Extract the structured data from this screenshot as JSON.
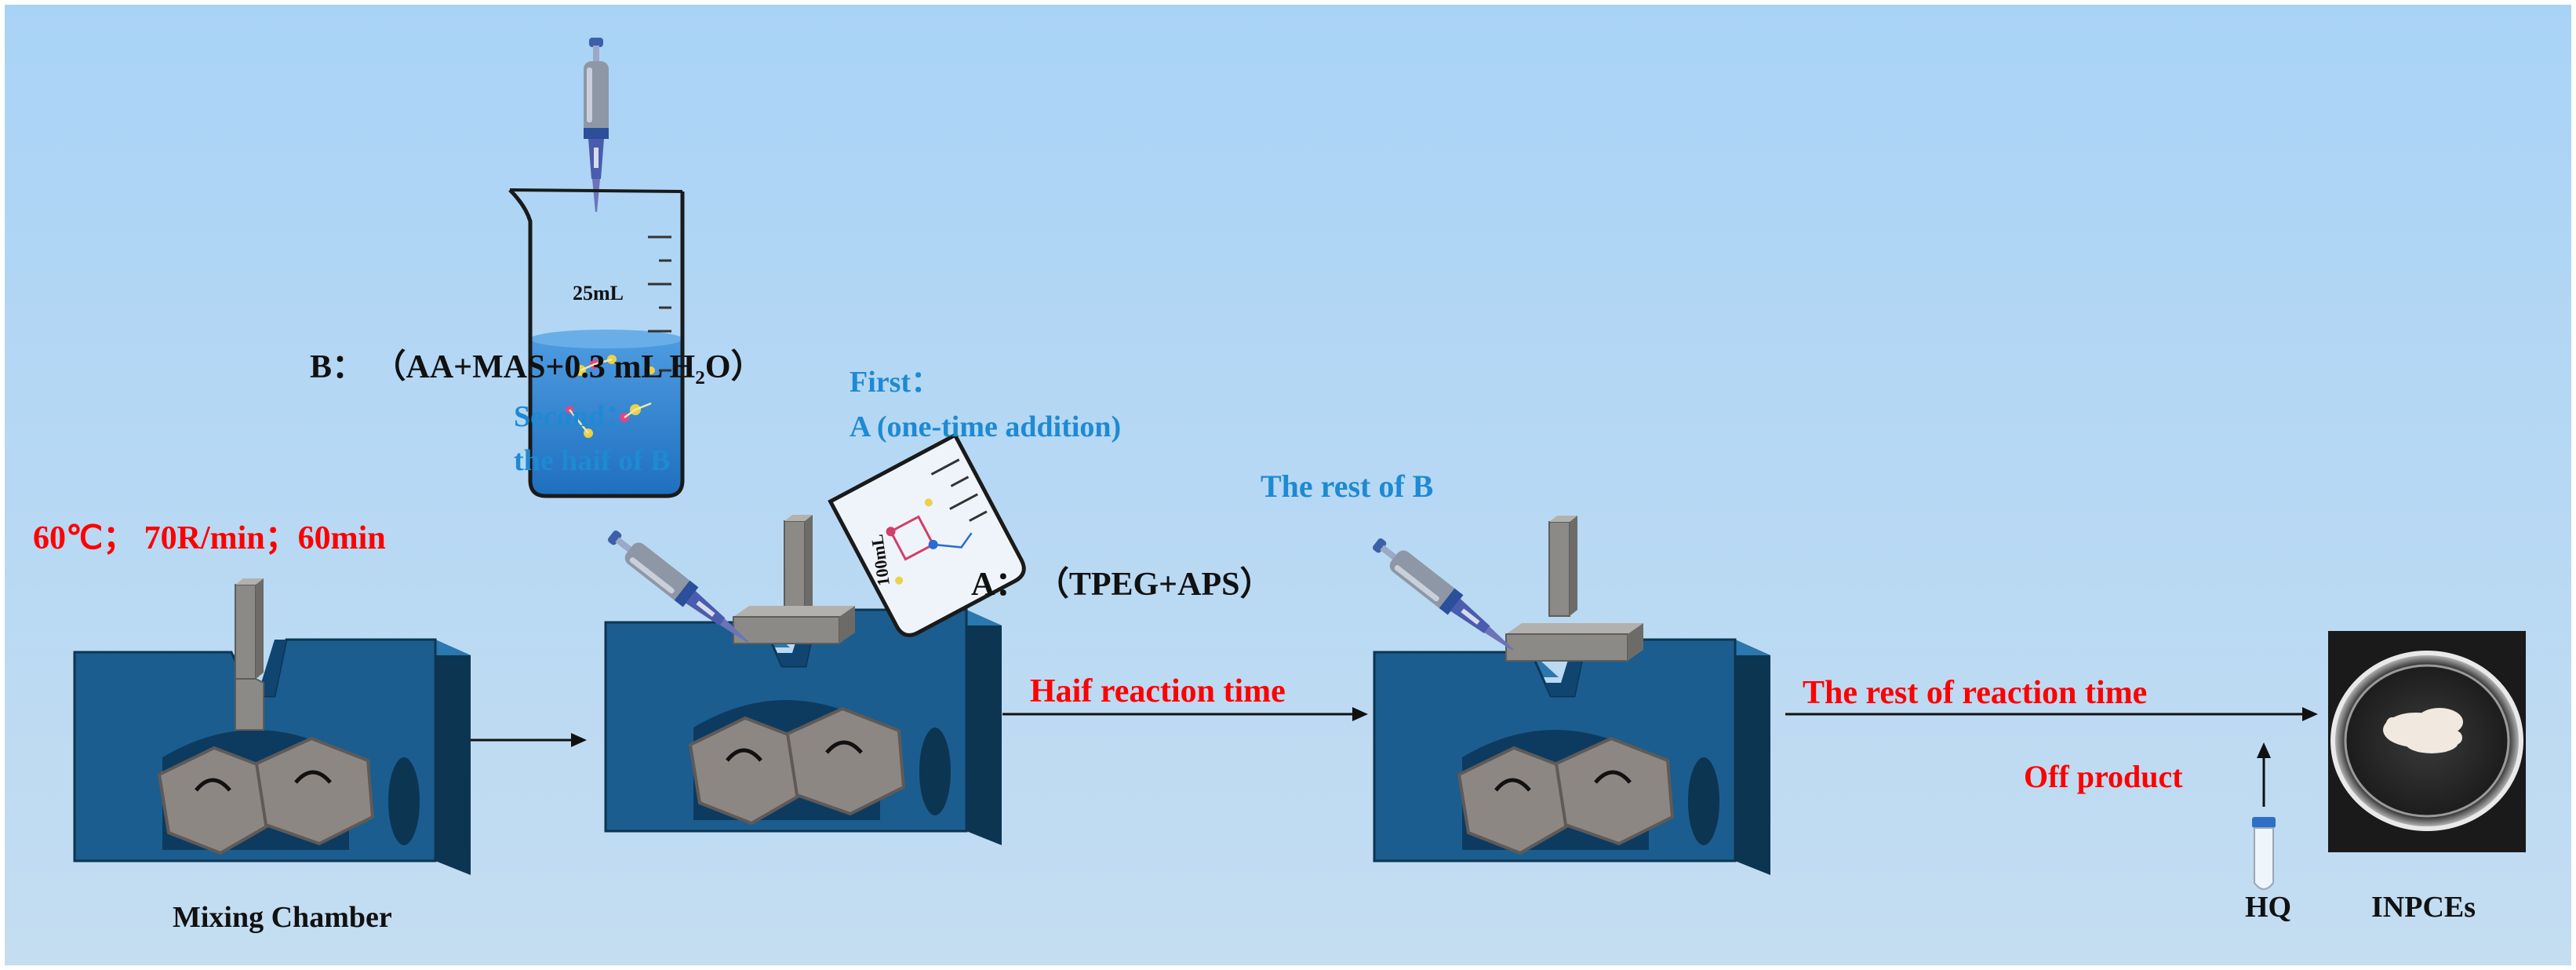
{
  "colors": {
    "background_top": "#a9d3f6",
    "background_bottom": "#c4ddf1",
    "mixer_blue": "#1b5d8e",
    "mixer_edge": "#0c3552",
    "rotor_gray": "#8d8784",
    "text_red": "#ff0000",
    "text_blue": "#1e8ad2",
    "text_black": "#111111",
    "liquid_blue": "#2d7fd0"
  },
  "labels": {
    "solution_b": "B： （AA+MAS+0.3 mL H₂O）",
    "second_title": "Second：",
    "second_desc": "the haif of B",
    "first_title": "First：",
    "first_desc": "A (one-time addition)",
    "conditions": "60℃； 70R/min；60min",
    "solution_a": "A： （TPEG+APS）",
    "rest_of_b": "The rest of B",
    "half_reaction": "Haif reaction time",
    "rest_reaction": "The rest of  reaction time",
    "off_product": "Off product",
    "mixing_chamber": "Mixing Chamber",
    "hq": "HQ",
    "product": "INPCEs"
  },
  "beaker_b": {
    "volume_label": "25mL"
  },
  "beaker_a": {
    "volume_label": "100mL"
  },
  "icons": {
    "pipette": "pipette-icon",
    "beaker": "beaker-icon",
    "mixer": "mixing-chamber-icon",
    "test_tube": "test-tube-icon",
    "petri_dish": "petri-dish-icon"
  }
}
